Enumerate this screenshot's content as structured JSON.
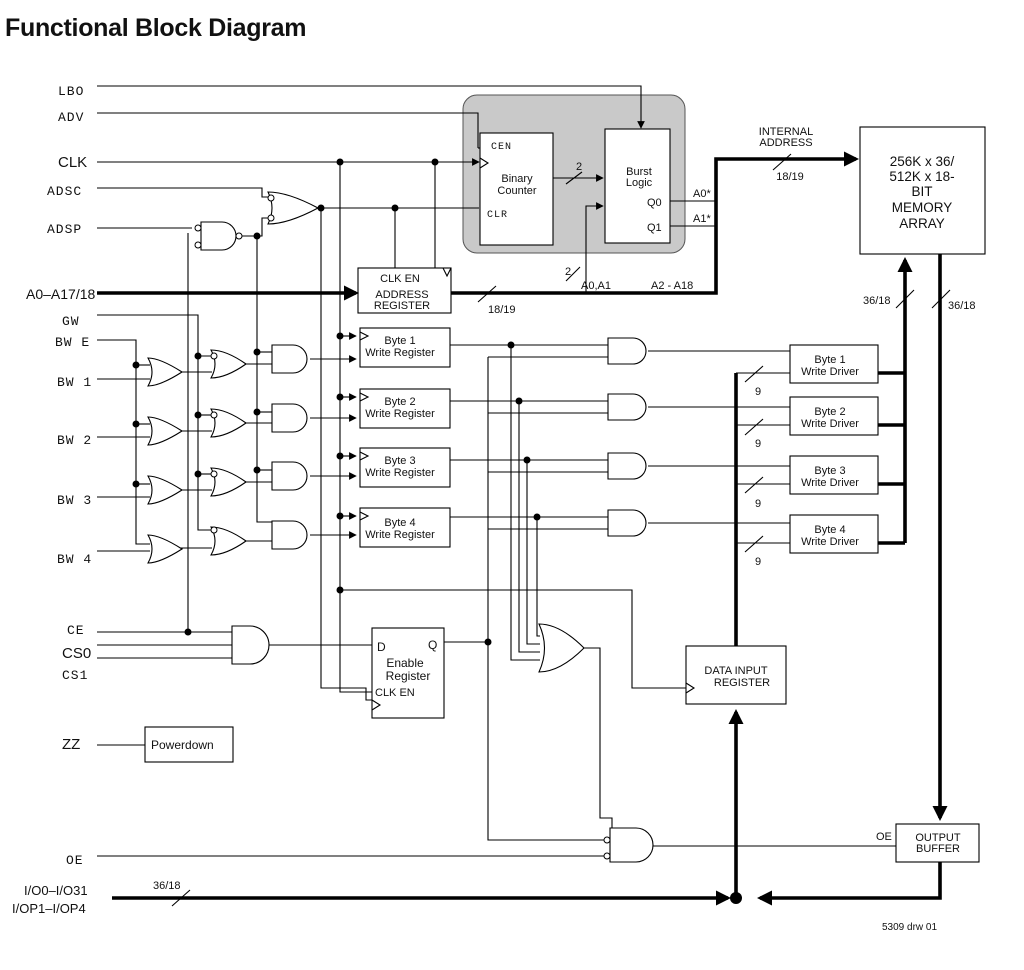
{
  "title": "Functional Block Diagram",
  "pins": {
    "lbo": "LBO",
    "adv": "ADV",
    "clk": "CLK",
    "adsc": "ADSC",
    "adsp": "ADSP",
    "addr": "A0–A17/18",
    "gw": "GW",
    "bwe": "BW E",
    "bw1": "BW 1",
    "bw2": "BW 2",
    "bw3": "BW 3",
    "bw4": "BW 4",
    "ce": "CE",
    "cs0": "CS0",
    "cs1": "CS1",
    "zz": "ZZ",
    "oe": "OE",
    "io1": "I/O0–I/O31",
    "io2": "I/OP1–I/OP4"
  },
  "blocks": {
    "counter_cen": "CEN",
    "counter_name1": "Binary",
    "counter_name2": "Counter",
    "counter_clr": "CLR",
    "burst1": "Burst",
    "burst2": "Logic",
    "burst_q0": "Q0",
    "burst_q1": "Q1",
    "addr_reg_clken": "CLK EN",
    "addr_reg1": "ADDRESS",
    "addr_reg2": "REGISTER",
    "memory": [
      "256K x 36/",
      "512K x 18-",
      "BIT",
      "MEMORY",
      "ARRAY"
    ],
    "write_regs": [
      {
        "line1": "Byte 1",
        "line2": "Write Register"
      },
      {
        "line1": "Byte 2",
        "line2": "Write Register"
      },
      {
        "line1": "Byte 3",
        "line2": "Write Register"
      },
      {
        "line1": "Byte 4",
        "line2": "Write Register"
      }
    ],
    "write_drivers": [
      {
        "line1": "Byte 1",
        "line2": "Write Driver"
      },
      {
        "line1": "Byte 2",
        "line2": "Write Driver"
      },
      {
        "line1": "Byte 3",
        "line2": "Write Driver"
      },
      {
        "line1": "Byte 4",
        "line2": "Write Driver"
      }
    ],
    "enable_d": "D",
    "enable_q": "Q",
    "enable1": "Enable",
    "enable2": "Register",
    "enable_clken": "CLK EN",
    "data_in1": "DATA INPUT",
    "data_in2": "REGISTER",
    "powerdown": "Powerdown",
    "outbuf1": "OUTPUT",
    "outbuf2": "BUFFER",
    "outbuf_oe": "OE"
  },
  "labels": {
    "internal1": "INTERNAL",
    "internal2": "ADDRESS",
    "addr_width": "18/19",
    "a0star": "A0*",
    "a1star": "A1*",
    "two_a": "2",
    "two_b": "2",
    "a0a1": "A0,A1",
    "a2a18": "A2 - A18",
    "reg_width": "18/19",
    "data_width_left": "36/18",
    "data_width_right": "36/18",
    "nine": [
      "9",
      "9",
      "9",
      "9"
    ],
    "io_width": "36/18",
    "drawing_id": "5309 drw 01"
  }
}
